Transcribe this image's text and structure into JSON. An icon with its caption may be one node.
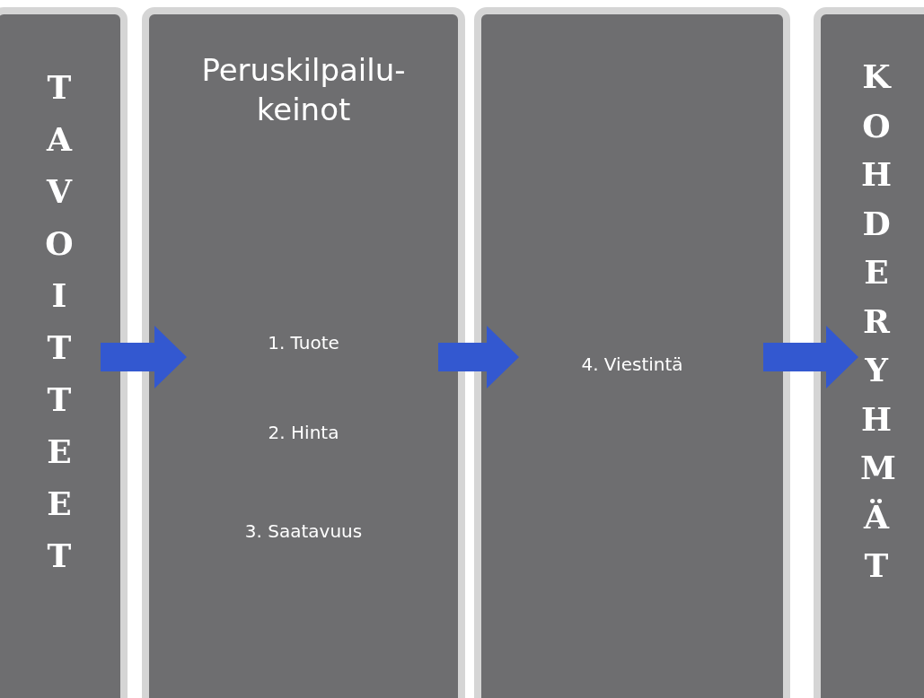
{
  "diagram": {
    "nodes": [
      {
        "text": [
          "TAVOITTEET"
        ]
      },
      {
        "text": [
          "Peruskilpailu-keinot",
          "1. Tuote",
          "2. Hinta",
          "3. Saatavuus"
        ]
      },
      {
        "text": [
          "4. Viestintä"
        ]
      },
      {
        "text": [
          "KOHDERYHMÄT"
        ]
      }
    ],
    "edges": [
      {
        "from": 0,
        "to": 1,
        "arrow": "to"
      },
      {
        "from": 1,
        "to": 2,
        "arrow": "to"
      },
      {
        "from": 2,
        "to": 3,
        "arrow": "to"
      }
    ]
  }
}
